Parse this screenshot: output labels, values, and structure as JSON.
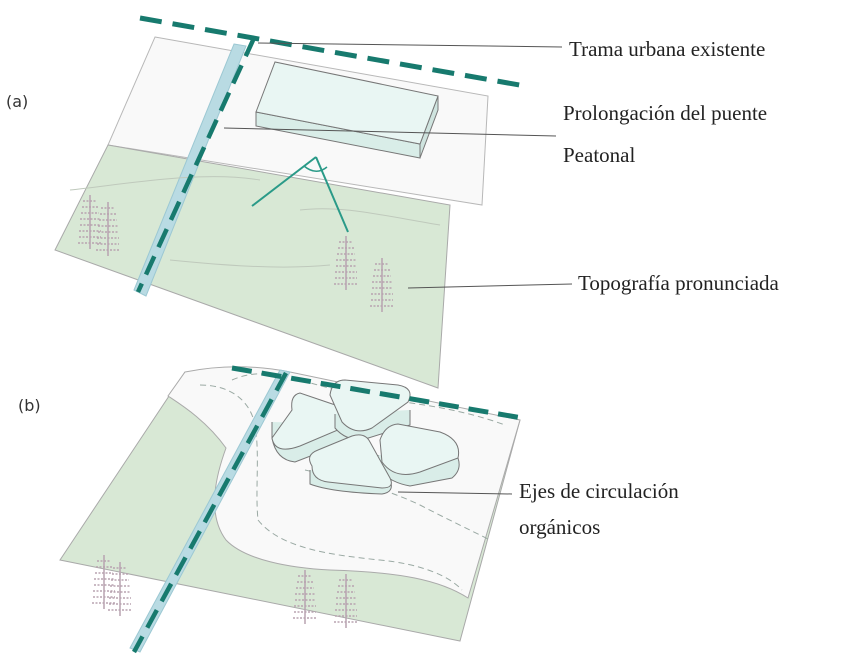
{
  "diagram_a": {
    "tag": "(a)",
    "labels": {
      "trama": "Trama urbana existente",
      "puente_line1": "Prolongación del puente",
      "puente_line2": "Peatonal",
      "topografia": "Topografía pronunciada"
    }
  },
  "diagram_b": {
    "tag": "(b)",
    "labels": {
      "ejes_line1": "Ejes de circulación",
      "ejes_line2": "orgánicos"
    }
  },
  "colors": {
    "green_fill": "#d8e8d5",
    "teal_dash": "#177a6e",
    "path_blue": "#b9dbe3",
    "block_fill": "#e9f6f3",
    "ground_white": "#f9f9f9",
    "leader": "#555555"
  }
}
